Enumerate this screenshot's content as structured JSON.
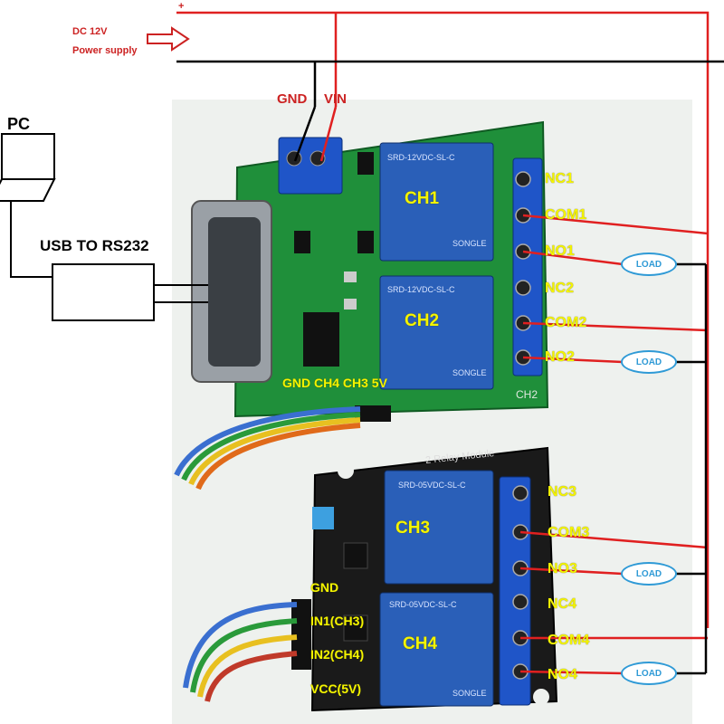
{
  "power": {
    "voltage": "DC 12V",
    "label": "Power supply",
    "plus": "+"
  },
  "pc": {
    "label": "PC"
  },
  "usb": {
    "label": "USB TO RS232"
  },
  "terminal": {
    "gnd": "GND",
    "vin": "VIN"
  },
  "board1": {
    "relays": [
      "CH1",
      "CH2"
    ],
    "terminals": [
      "NC1",
      "COM1",
      "NO1",
      "NC2",
      "COM2",
      "NO2"
    ],
    "header": "GND CH4 CH3 5V",
    "silk_ch2": "CH2"
  },
  "board2": {
    "relays": [
      "CH3",
      "CH4"
    ],
    "terminals": [
      "NC3",
      "COM3",
      "NO3",
      "NC4",
      "COM4",
      "NO4"
    ],
    "inputs": [
      "GND",
      "IN1(CH3)",
      "IN2(CH4)",
      "VCC(5V)"
    ],
    "module_text": "2 Relay Module"
  },
  "loads": [
    "LOAD",
    "LOAD",
    "LOAD",
    "LOAD"
  ],
  "relay_print": {
    "brand": "SONGLE",
    "model_12v": "SRD-12VDC-SL-C",
    "model_5v": "SRD-05VDC-SL-C"
  },
  "colors": {
    "wire_power": "#e02020",
    "wire_ground": "#000000",
    "load_outline": "#2f9ad6",
    "label": "#f4f400",
    "pcb_green": "#1f8f3a",
    "pcb_black": "#1a1a1a",
    "relay_blue": "#2a5fb8",
    "terminal_blue": "#1f55c8"
  }
}
